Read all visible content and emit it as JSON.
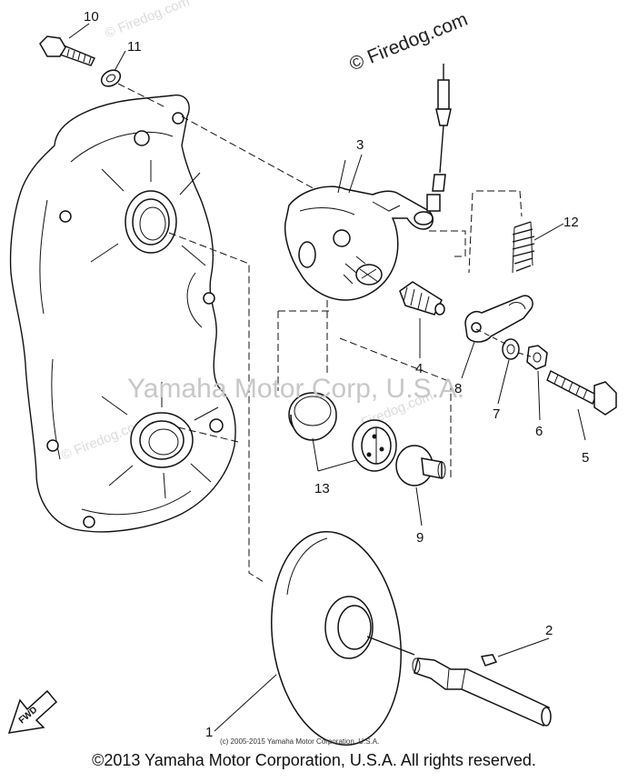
{
  "callouts": {
    "c1": "1",
    "c2": "2",
    "c3": "3",
    "c4": "4",
    "c5": "5",
    "c6": "6",
    "c7": "7",
    "c8": "8",
    "c9": "9",
    "c10": "10",
    "c11": "11",
    "c12": "12",
    "c13": "13"
  },
  "watermarks": {
    "center": "Yamaha Motor Corp, U.S.A.",
    "top_right": "© Firedog.com",
    "faint_top": "© Firedog.com",
    "faint_left": "© Firedog.com",
    "faint_mid": "Firedog.com"
  },
  "fwd_label": "FWD",
  "small_copyright": "(c) 2005-2015 Yamaha Motor Corporation, U.S.A.",
  "footer": "©2013 Yamaha Motor Corporation, U.S.A. All rights reserved."
}
